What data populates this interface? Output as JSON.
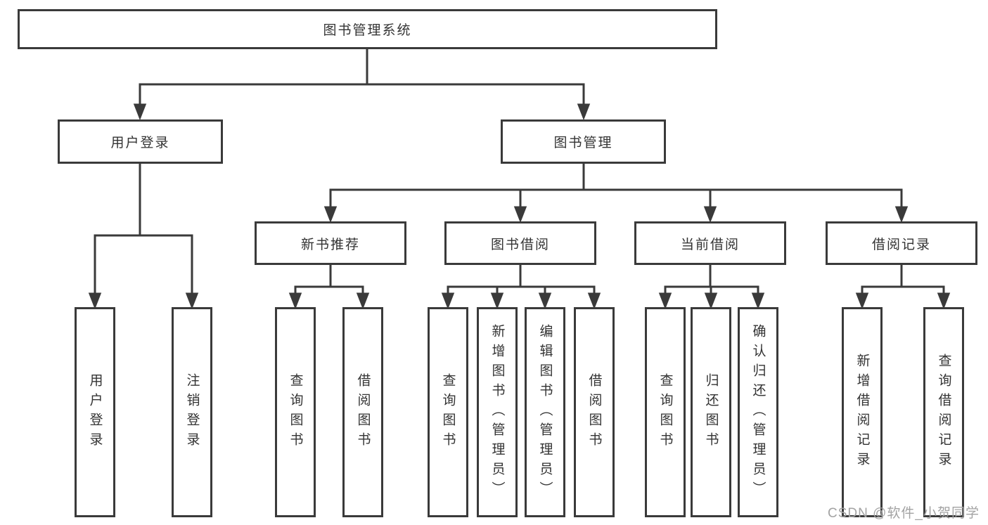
{
  "diagram": {
    "root": {
      "label": "图书管理系统"
    },
    "branches": {
      "user_login": {
        "label": "用户登录",
        "children": [
          {
            "label": "用户登录"
          },
          {
            "label": "注销登录"
          }
        ]
      },
      "book_management": {
        "label": "图书管理",
        "children": [
          {
            "label": "新书推荐",
            "children": [
              {
                "label": "查询图书"
              },
              {
                "label": "借阅图书"
              }
            ]
          },
          {
            "label": "图书借阅",
            "children": [
              {
                "label": "查询图书"
              },
              {
                "label": "新增图书（管理员）"
              },
              {
                "label": "编辑图书（管理员）"
              },
              {
                "label": "借阅图书"
              }
            ]
          },
          {
            "label": "当前借阅",
            "children": [
              {
                "label": "查询图书"
              },
              {
                "label": "归还图书"
              },
              {
                "label": "确认归还（管理员）"
              }
            ]
          },
          {
            "label": "借阅记录",
            "children": [
              {
                "label": "新增借阅记录"
              },
              {
                "label": "查询借阅记录"
              }
            ]
          }
        ]
      }
    }
  },
  "watermark": {
    "text": "CSDN @软件_小贺同学"
  },
  "colors": {
    "line": "#3a3a3a",
    "text": "#333333",
    "watermark": "#a3a3a3",
    "background": "#ffffff"
  }
}
